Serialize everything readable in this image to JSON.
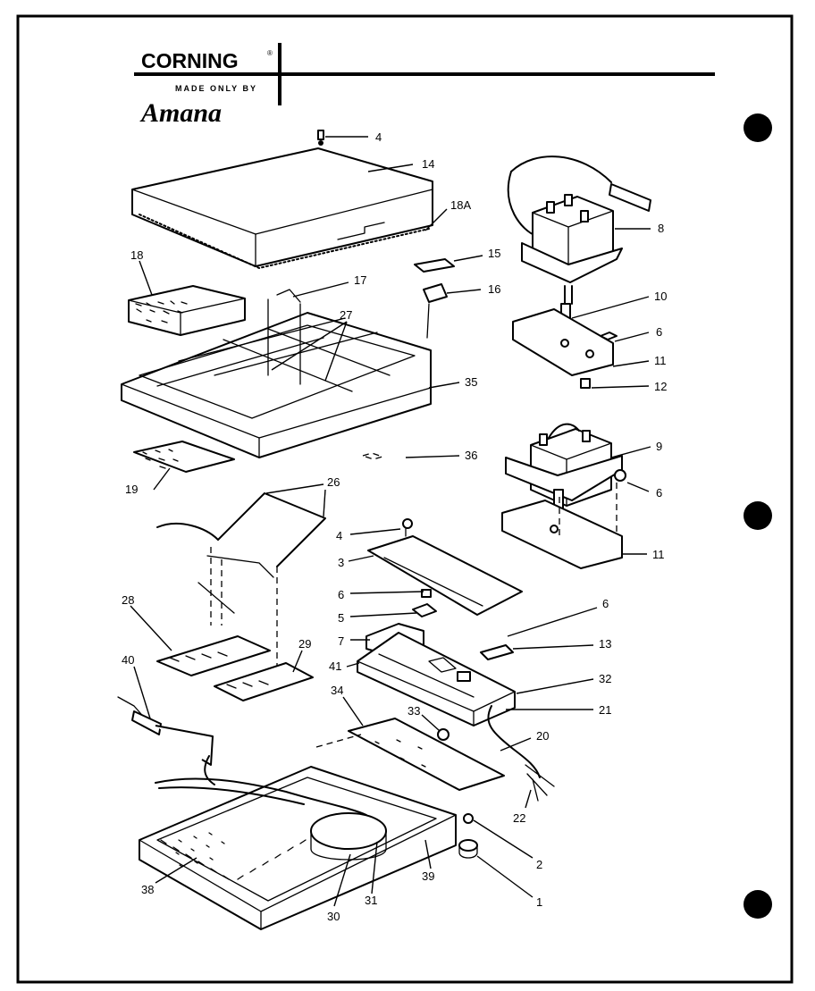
{
  "logo": {
    "brand_name": "CORNING",
    "subtitle": "MADE ONLY BY",
    "maker": "Amana"
  },
  "callouts": [
    {
      "id": "c4a",
      "label": "4"
    },
    {
      "id": "c14",
      "label": "14"
    },
    {
      "id": "c18a",
      "label": "18A"
    },
    {
      "id": "c18",
      "label": "18"
    },
    {
      "id": "c15",
      "label": "15"
    },
    {
      "id": "c17",
      "label": "17"
    },
    {
      "id": "c16",
      "label": "16"
    },
    {
      "id": "c27",
      "label": "27"
    },
    {
      "id": "c35",
      "label": "35"
    },
    {
      "id": "c36",
      "label": "36"
    },
    {
      "id": "c19",
      "label": "19"
    },
    {
      "id": "c8",
      "label": "8"
    },
    {
      "id": "c10",
      "label": "10"
    },
    {
      "id": "c6a",
      "label": "6"
    },
    {
      "id": "c11a",
      "label": "11"
    },
    {
      "id": "c12",
      "label": "12"
    },
    {
      "id": "c9",
      "label": "9"
    },
    {
      "id": "c6b",
      "label": "6"
    },
    {
      "id": "c11b",
      "label": "11"
    },
    {
      "id": "c26",
      "label": "26"
    },
    {
      "id": "c4b",
      "label": "4"
    },
    {
      "id": "c3",
      "label": "3"
    },
    {
      "id": "c6c",
      "label": "6"
    },
    {
      "id": "c5",
      "label": "5"
    },
    {
      "id": "c7",
      "label": "7"
    },
    {
      "id": "c41",
      "label": "41"
    },
    {
      "id": "c6d",
      "label": "6"
    },
    {
      "id": "c13",
      "label": "13"
    },
    {
      "id": "c32",
      "label": "32"
    },
    {
      "id": "c21",
      "label": "21"
    },
    {
      "id": "c20",
      "label": "20"
    },
    {
      "id": "c28",
      "label": "28"
    },
    {
      "id": "c29",
      "label": "29"
    },
    {
      "id": "c40",
      "label": "40"
    },
    {
      "id": "c34",
      "label": "34"
    },
    {
      "id": "c33",
      "label": "33"
    },
    {
      "id": "c22",
      "label": "22"
    },
    {
      "id": "c2",
      "label": "2"
    },
    {
      "id": "c39",
      "label": "39"
    },
    {
      "id": "c1",
      "label": "1"
    },
    {
      "id": "c38",
      "label": "38"
    },
    {
      "id": "c30",
      "label": "30"
    },
    {
      "id": "c31",
      "label": "31"
    }
  ]
}
